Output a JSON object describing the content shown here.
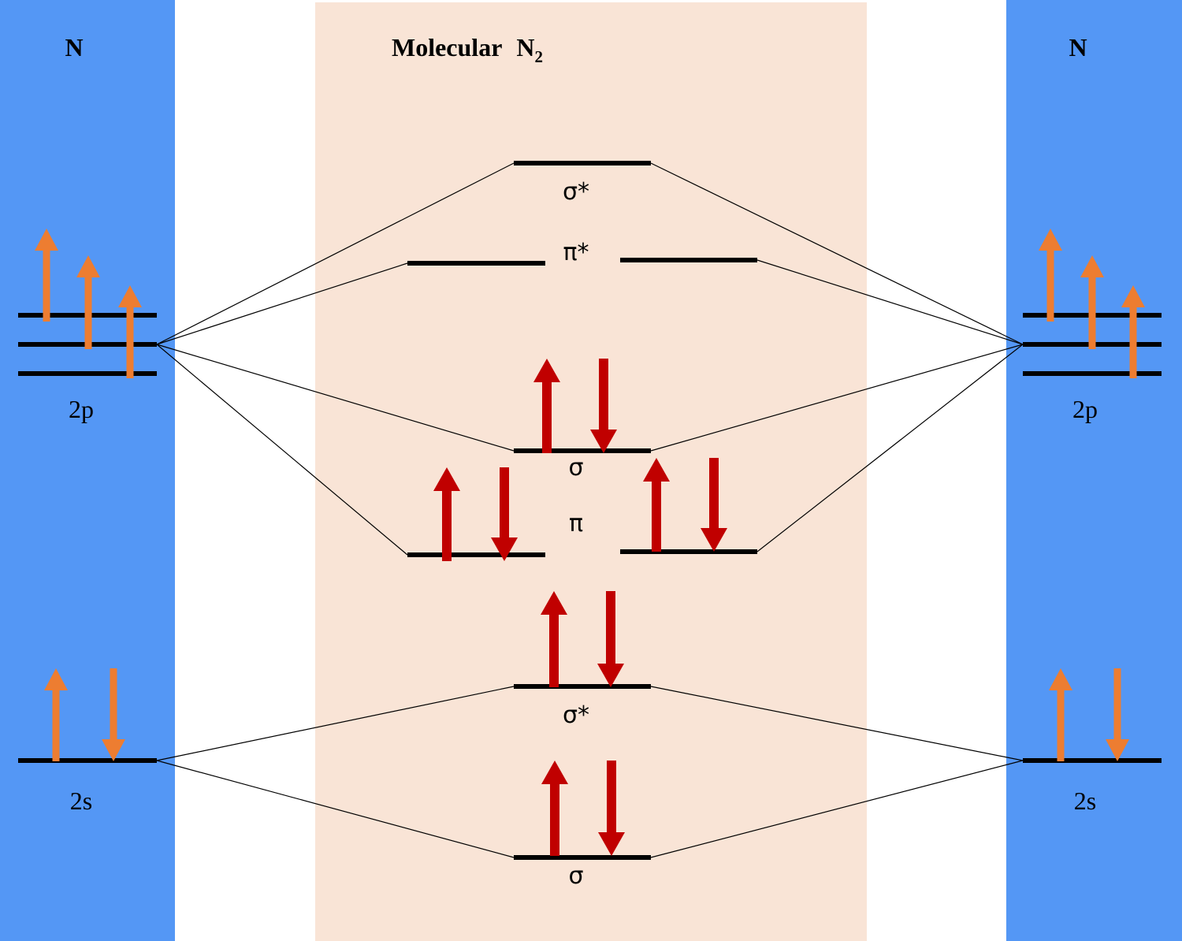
{
  "colors": {
    "atom_panel": "#5497f5",
    "molecule_panel": "#f9e4d6",
    "level": "#000000",
    "connector": "#000000",
    "atomic_electron": "#ed7d31",
    "molecular_electron": "#c00000"
  },
  "left_atom": {
    "symbol": "N",
    "orbitals": [
      {
        "label": "2p",
        "degeneracy": 3,
        "electrons": [
          "up",
          "up",
          "up"
        ]
      },
      {
        "label": "2s",
        "degeneracy": 1,
        "electrons": [
          "up",
          "down"
        ]
      }
    ]
  },
  "right_atom": {
    "symbol": "N",
    "orbitals": [
      {
        "label": "2p",
        "degeneracy": 3,
        "electrons": [
          "up",
          "up",
          "up"
        ]
      },
      {
        "label": "2s",
        "degeneracy": 1,
        "electrons": [
          "up",
          "down"
        ]
      }
    ]
  },
  "molecule": {
    "title": "Molecular",
    "formula": "N",
    "formula_subscript": "2",
    "orbitals": [
      {
        "id": "sigma_star_2p",
        "label": "σ*",
        "degeneracy": 1,
        "electrons": []
      },
      {
        "id": "pi_star_2p",
        "label": "π*",
        "degeneracy": 2,
        "electrons": [
          [],
          []
        ]
      },
      {
        "id": "sigma_2p",
        "label": "σ",
        "degeneracy": 1,
        "electrons": [
          "up",
          "down"
        ]
      },
      {
        "id": "pi_2p",
        "label": "π",
        "degeneracy": 2,
        "electrons": [
          [
            "up",
            "down"
          ],
          [
            "up",
            "down"
          ]
        ]
      },
      {
        "id": "sigma_star_2s",
        "label": "σ*",
        "degeneracy": 1,
        "electrons": [
          "up",
          "down"
        ]
      },
      {
        "id": "sigma_2s",
        "label": "σ",
        "degeneracy": 1,
        "electrons": [
          "up",
          "down"
        ]
      }
    ]
  }
}
